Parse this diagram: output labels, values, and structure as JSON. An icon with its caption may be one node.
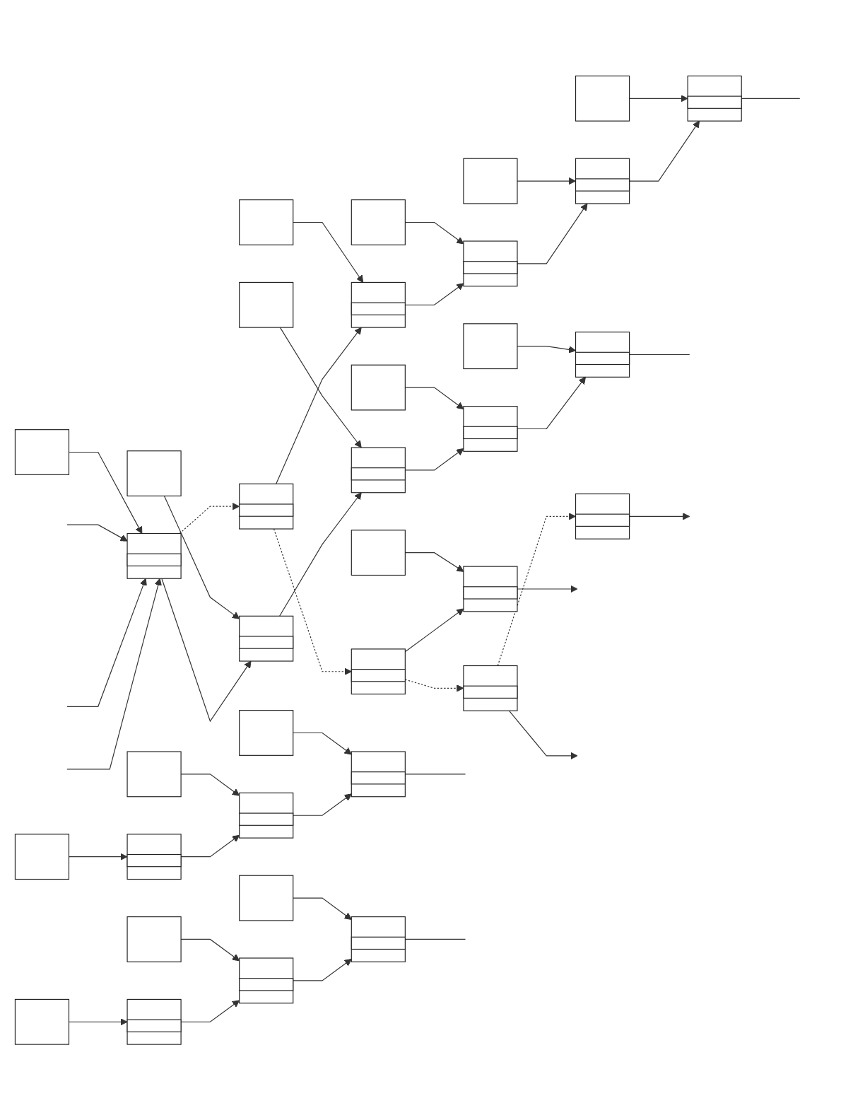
{
  "diagram": {
    "nodes": [
      {
        "text": [],
        "shape": "box"
      },
      {
        "text": [],
        "shape": "box"
      },
      {
        "text": [],
        "shape": "box"
      },
      {
        "text": [],
        "shape": "box"
      },
      {
        "text": [],
        "shape": "box"
      },
      {
        "text": [],
        "shape": "box"
      },
      {
        "text": [],
        "shape": "box"
      },
      {
        "text": [],
        "shape": "box"
      },
      {
        "text": [],
        "shape": "box"
      },
      {
        "text": [],
        "shape": "box"
      },
      {
        "text": [],
        "shape": "box"
      },
      {
        "text": [],
        "shape": "box"
      },
      {
        "text": [],
        "shape": "box"
      },
      {
        "text": [],
        "shape": "box"
      },
      {
        "text": [],
        "shape": "box"
      },
      {
        "text": [],
        "shape": "box"
      },
      {
        "text": [],
        "shape": "box"
      },
      {
        "text": [],
        "shape": "box"
      },
      {
        "text": [],
        "shape": "box"
      },
      {
        "text": [],
        "shape": "box"
      },
      {
        "text": [],
        "shape": "box"
      },
      {
        "text": [],
        "shape": "box"
      },
      {
        "text": [],
        "shape": "box"
      },
      {
        "text": [],
        "shape": "box"
      },
      {
        "text": [],
        "shape": "box"
      },
      {
        "text": [],
        "shape": "box"
      },
      {
        "text": [],
        "shape": "box"
      },
      {
        "text": [],
        "shape": "box"
      },
      {
        "text": [],
        "shape": "box"
      },
      {
        "text": [],
        "shape": "box"
      },
      {
        "text": [],
        "shape": "box"
      },
      {
        "text": [],
        "shape": "box"
      },
      {
        "text": [],
        "shape": "box"
      },
      {
        "text": [],
        "shape": "box"
      },
      {
        "text": [],
        "shape": "box"
      },
      {
        "text": [],
        "shape": "box"
      }
    ],
    "edges": [
      {
        "from": 0,
        "to": 8,
        "arrow": "to"
      },
      {
        "from": 1,
        "to": 9,
        "arrow": "to"
      },
      {
        "from": 2,
        "to": 10,
        "arrow": "to"
      },
      {
        "from": 3,
        "to": 11,
        "arrow": "to"
      },
      {
        "from": 4,
        "to": 12,
        "arrow": "to"
      },
      {
        "from": 5,
        "to": 13,
        "arrow": "to"
      },
      {
        "from": 6,
        "to": 14,
        "arrow": "to"
      },
      {
        "from": 7,
        "to": 15,
        "arrow": "to"
      },
      {
        "from": 8,
        "to": 9,
        "arrow": "to"
      },
      {
        "from": 9,
        "to": 10,
        "arrow": "to"
      },
      {
        "from": 10,
        "to": null,
        "arrow": "none"
      },
      {
        "from": 11,
        "to": 12,
        "arrow": "to"
      },
      {
        "from": 12,
        "to": 13,
        "arrow": "to"
      },
      {
        "from": 13,
        "to": 14,
        "arrow": "to"
      },
      {
        "from": 14,
        "to": 15,
        "arrow": "to"
      },
      {
        "from": 15,
        "to": null,
        "arrow": "none"
      },
      {
        "from": 11,
        "to": 26,
        "arrow": "to",
        "style": "dashed"
      },
      {
        "from": 16,
        "to": 23,
        "arrow": "to"
      },
      {
        "from": 17,
        "to": 24,
        "arrow": "to"
      },
      {
        "from": 18,
        "to": 25,
        "arrow": "to"
      },
      {
        "from": 19,
        "to": 27,
        "arrow": "to"
      },
      {
        "from": 20,
        "to": 28,
        "arrow": "to"
      },
      {
        "from": 21,
        "to": 29,
        "arrow": "to"
      },
      {
        "from": 22,
        "to": 30,
        "arrow": "to"
      },
      {
        "from": 23,
        "to": 24,
        "arrow": "to"
      },
      {
        "from": 24,
        "to": 25,
        "arrow": "to"
      },
      {
        "from": 25,
        "to": null,
        "arrow": "none"
      },
      {
        "from": 26,
        "to": 27,
        "arrow": "to"
      },
      {
        "from": 27,
        "to": 28,
        "arrow": "to"
      },
      {
        "from": 28,
        "to": 29,
        "arrow": "to"
      },
      {
        "from": 29,
        "to": 30,
        "arrow": "to"
      },
      {
        "from": 30,
        "to": null,
        "arrow": "none"
      },
      {
        "from": 26,
        "to": 32,
        "arrow": "to",
        "style": "dashed"
      },
      {
        "from": 31,
        "to": 33,
        "arrow": "to"
      },
      {
        "from": 32,
        "to": 33,
        "arrow": "to"
      },
      {
        "from": 33,
        "to": null,
        "arrow": "to"
      },
      {
        "from": 32,
        "to": 34,
        "arrow": "to",
        "style": "dashed"
      },
      {
        "from": 34,
        "to": null,
        "arrow": "to"
      },
      {
        "from": 34,
        "to": 35,
        "arrow": "to",
        "style": "dashed"
      },
      {
        "from": 35,
        "to": null,
        "arrow": "to"
      },
      {
        "from": null,
        "to": 11,
        "arrow": "to"
      },
      {
        "from": null,
        "to": 11,
        "arrow": "to"
      },
      {
        "from": null,
        "to": 11,
        "arrow": "to"
      }
    ]
  }
}
